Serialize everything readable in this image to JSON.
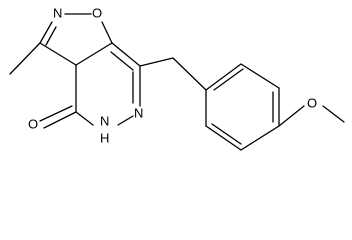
{
  "molecule": {
    "atoms": {
      "isoxazole_nitrogen": "N",
      "isoxazole_oxygen": "O",
      "carbonyl_oxygen": "O",
      "amide_nitrogen_h": "N",
      "amide_hydrogen": "H",
      "pyridazine_nitrogen": "N",
      "methoxy_oxygen": "O"
    }
  }
}
